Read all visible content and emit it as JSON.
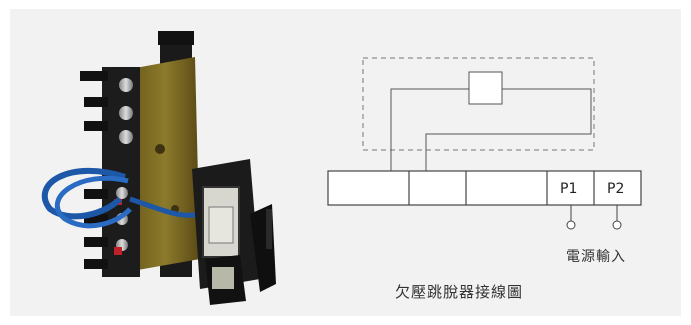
{
  "diagram": {
    "caption": "欠壓跳脫器接線圖",
    "terminals": [
      "",
      "",
      "",
      "P1",
      "P2"
    ],
    "power_input_label": "電源輸入"
  },
  "photo": {
    "subject": "undervoltage trip device product photo"
  }
}
